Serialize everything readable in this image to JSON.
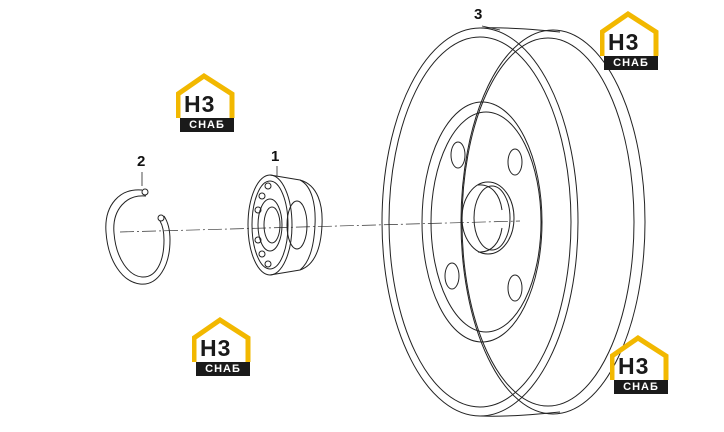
{
  "callouts": [
    {
      "id": "1",
      "label": "1"
    },
    {
      "id": "2",
      "label": "2"
    },
    {
      "id": "3",
      "label": "3"
    }
  ],
  "logo": {
    "mark": "H3",
    "text": "СНАБ",
    "accent_color": "#f2b800",
    "dark_color": "#1a1a1a"
  },
  "parts": [
    {
      "callout": "1",
      "icon": "bearing-icon"
    },
    {
      "callout": "2",
      "icon": "retaining-ring-icon"
    },
    {
      "callout": "3",
      "icon": "pulley-icon"
    }
  ]
}
